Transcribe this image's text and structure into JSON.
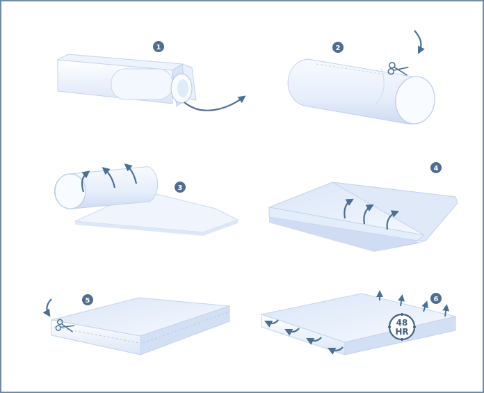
{
  "colors": {
    "frame": "#6d8aa6",
    "badge": "#4f6d8e",
    "arrow": "#4a6f95",
    "face_light": "#f1f6fd",
    "face_mid": "#e4edfa",
    "face_dark": "#cfdcf3",
    "outline": "#bfcfe8"
  },
  "steps": [
    {
      "number": "1",
      "illustration": "unbox-roll"
    },
    {
      "number": "2",
      "illustration": "cut-wrapper"
    },
    {
      "number": "3",
      "illustration": "unroll"
    },
    {
      "number": "4",
      "illustration": "unfold"
    },
    {
      "number": "5",
      "illustration": "cut-plastic"
    },
    {
      "number": "6",
      "illustration": "expand"
    }
  ],
  "clock": {
    "line1": "48",
    "line2": "HR"
  },
  "icons": [
    "scissors-icon",
    "curved-arrow-icon",
    "clock-icon",
    "badge-icon"
  ]
}
